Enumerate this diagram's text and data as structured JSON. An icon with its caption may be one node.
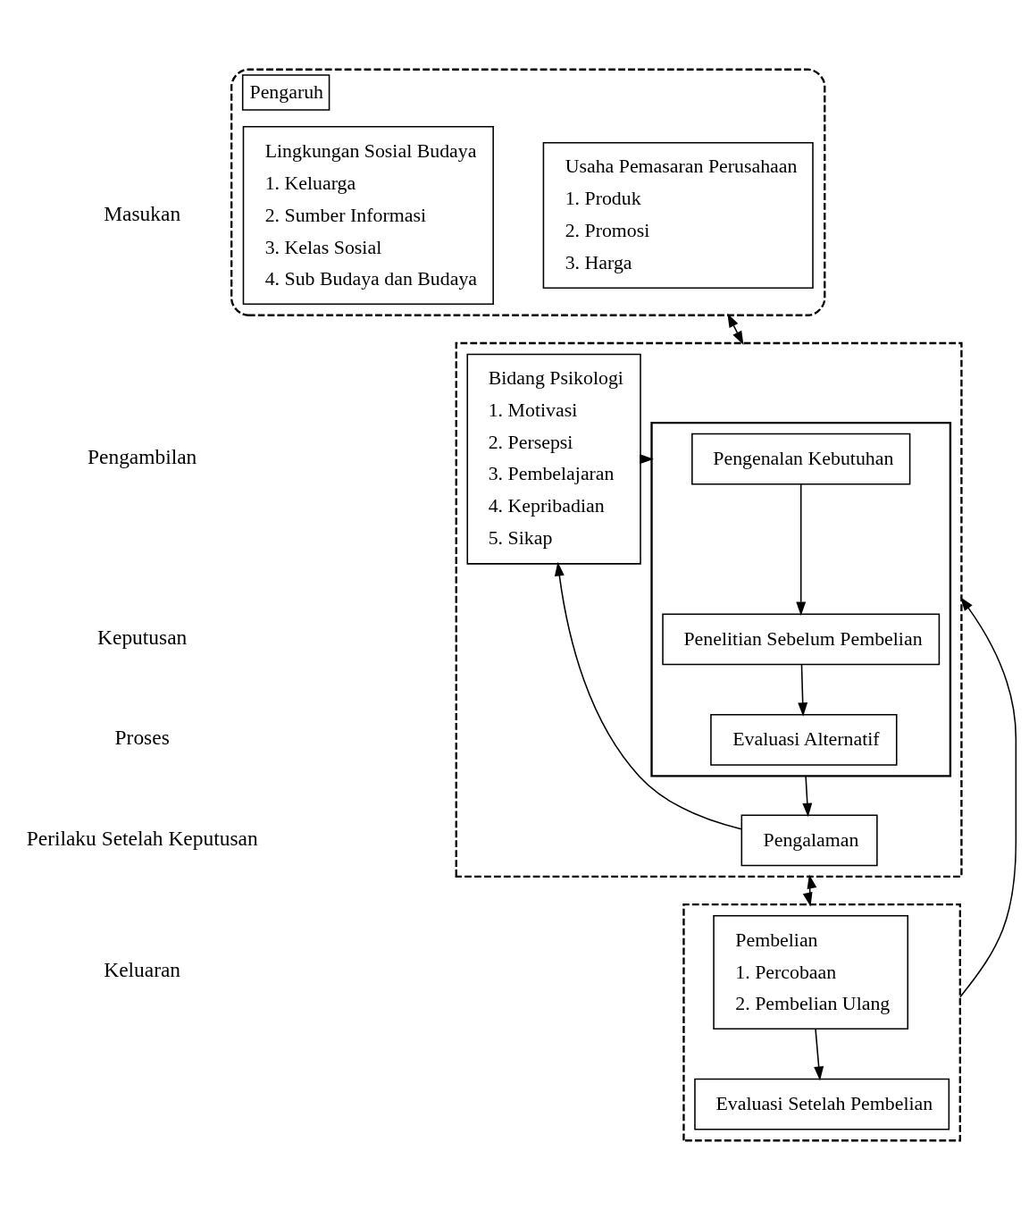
{
  "diagram": {
    "nodes": [
      {
        "text": [
          "Pengaruh"
        ]
      },
      {
        "text": [
          "Usaha Pemasaran Perusahaan",
          "1. Produk",
          "2. Promosi",
          "3. Harga"
        ],
        "in": 0
      },
      {
        "text": [
          "Lingkungan Sosial Budaya",
          "1. Keluarga",
          "2. Sumber Informasi",
          "3. Kelas Sosial",
          "4. Sub Budaya dan Budaya"
        ],
        "in": 0
      },
      {
        "text": [],
        "shape": "box"
      },
      {
        "text": [],
        "shape": "box",
        "in": 3
      },
      {
        "text": [
          "Pengenalan Kebutuhan"
        ],
        "in": 4
      },
      {
        "text": [
          "Penelitian Sebelum Pembelian"
        ],
        "in": 4
      },
      {
        "text": [
          "Evaluasi Alternatif"
        ],
        "in": 4
      },
      {
        "text": [
          "Bidang Psikologi",
          "1. Motivasi",
          "2. Persepsi",
          "3. Pembelajaran",
          "4. Kepribadian",
          "5. Sikap"
        ],
        "in": 3
      },
      {
        "text": [
          "Pengalaman"
        ],
        "in": 3
      },
      {
        "text": [],
        "shape": "box"
      },
      {
        "text": [
          "Pembelian",
          "1. Percobaan",
          "2. Pembelian Ulang"
        ],
        "in": 10
      },
      {
        "text": [
          "Evaluasi Setelah Pembelian"
        ],
        "in": 10
      }
    ],
    "edges": [
      {
        "from": 0,
        "to": 3,
        "arrow": "both"
      },
      {
        "from": 8,
        "to": 4,
        "arrow": "to"
      },
      {
        "from": 5,
        "to": 6,
        "arrow": "to"
      },
      {
        "from": 6,
        "to": 7,
        "arrow": "to"
      },
      {
        "from": 4,
        "to": 9,
        "arrow": "to"
      },
      {
        "from": 9,
        "to": 8,
        "arrow": "to"
      },
      {
        "from": 3,
        "to": 10,
        "arrow": "both"
      },
      {
        "from": 11,
        "to": 12,
        "arrow": "to"
      },
      {
        "from": 10,
        "to": 3,
        "arrow": "to"
      }
    ],
    "labels": [
      "Masukan",
      "Pengambilan",
      "Keputusan",
      "Proses",
      "Perilaku Setelah Keputusan",
      "Keluaran"
    ]
  }
}
